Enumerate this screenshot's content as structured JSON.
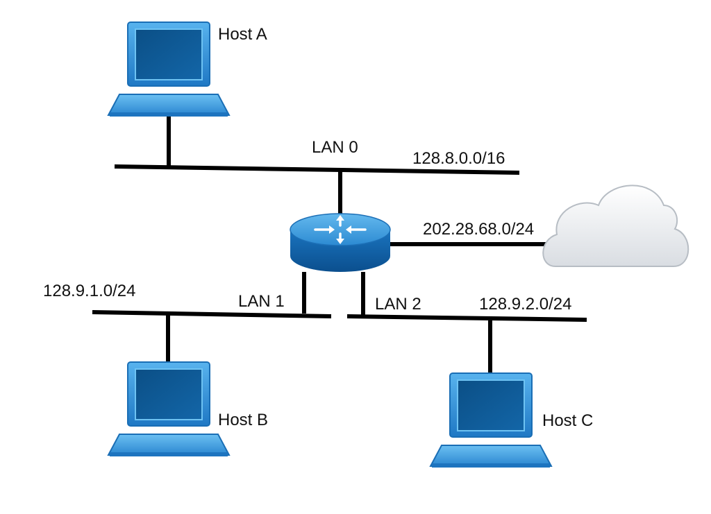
{
  "hosts": {
    "a": {
      "label": "Host A"
    },
    "b": {
      "label": "Host B"
    },
    "c": {
      "label": "Host C"
    }
  },
  "lans": {
    "lan0": {
      "label": "LAN 0",
      "subnet": "128.8.0.0/16"
    },
    "lan1": {
      "label": "LAN 1",
      "subnet": "128.9.1.0/24"
    },
    "lan2": {
      "label": "LAN 2",
      "subnet": "128.9.2.0/24"
    }
  },
  "external": {
    "subnet": "202.28.68.0/24",
    "icon": "cloud-icon"
  },
  "router": {
    "icon": "router-icon"
  },
  "colors": {
    "device_blue": "#2a8ad4",
    "screen_dark": "#0e5c96",
    "line": "#000000",
    "cloud": "#f2f4f6"
  }
}
